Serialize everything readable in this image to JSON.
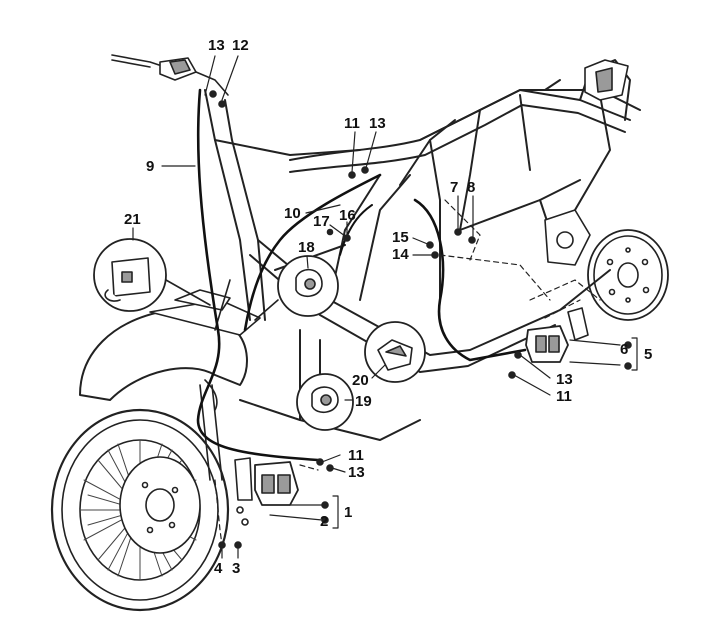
{
  "diagram": {
    "callouts": {
      "c1": "1",
      "c2": "2",
      "c3": "3",
      "c4": "4",
      "c5": "5",
      "c6": "6",
      "c7": "7",
      "c8": "8",
      "c9": "9",
      "c10": "10",
      "c11a": "11",
      "c11b": "11",
      "c11c": "11",
      "c12": "12",
      "c13a": "13",
      "c13b": "13",
      "c13c": "13",
      "c13d": "13",
      "c14": "14",
      "c15": "15",
      "c16": "16",
      "c17": "17",
      "c18": "18",
      "c19": "19",
      "c20": "20",
      "c21": "21"
    },
    "colors": {
      "line": "#222222",
      "fill": "#ffffff",
      "shade": "#9a9a9a"
    }
  }
}
